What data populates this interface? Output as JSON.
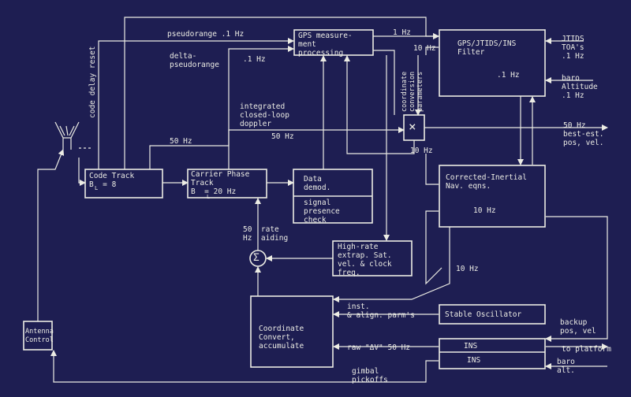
{
  "blocks": {
    "gps_measurement": "GPS measure-\nment\nprocessing",
    "filter": "GPS/JTIDS/INS\nFilter",
    "filter_rate": ".1 Hz",
    "corrected_inertial": "Corrected-Inertial\nNav. eqns.",
    "corrected_inertial_rate": "10 Hz",
    "code_track": "Code Track\nB  = 8",
    "code_track_sub": "L",
    "carrier_phase": "Carrier Phase\nTrack\nB  = 20 Hz",
    "carrier_phase_sub": "L",
    "data_demod": "Data\ndemod.",
    "signal_presence": "signal\npresence\ncheck",
    "high_rate": "High-rate\nextrap. Sat.\nvel. & clock\nfreq.",
    "stable_oscillator": "Stable Oscillator",
    "coordinate_convert": "Coordinate\nConvert,\naccumulate",
    "ins_upper": "INS",
    "ins_lower": "INS",
    "antenna_control": "Antenna\nControl",
    "multiplier": "×",
    "summer": "Σ"
  },
  "labels": {
    "pseudorange": "pseudorange .1 Hz",
    "code_delay_reset": "code delay reset",
    "delta_pseudorange": "delta-\npseudorange",
    "delta_rate": ".1 Hz",
    "one_hz": "1 Hz",
    "ten_hz_top": "10 Hz",
    "coord_conv_params": "coordinate\nconversion\nparameters",
    "jtids_toa": "JTIDS\nTOA's\n.1 Hz",
    "baro_altitude": "baro\nAltitude\n.1 Hz",
    "integrated_doppler": "integrated\nclosed-loop\ndoppler",
    "fifty_hz_a": "50 Hz",
    "fifty_hz_b": "50 Hz",
    "ten_hz_mid": "10 Hz",
    "best_est": "50 Hz\nbest-est.\npos, vel.",
    "rate_aiding": "50  rate\nHz  aiding",
    "ten_hz_low": "10 Hz",
    "inst_align": "inst.\n& align. parm's",
    "raw_dv": "raw \"ΔV\" 50 Hz",
    "backup": "backup\npos, vel",
    "to_platform": "to platform",
    "baro_alt": "baro\nalt.",
    "gimbal": "gimbal\npickoffs"
  }
}
